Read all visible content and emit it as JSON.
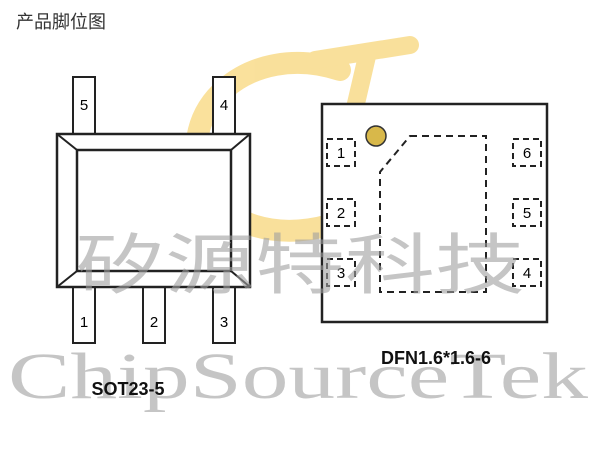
{
  "heading": "产品脚位图",
  "watermark": {
    "chinese": "矽源特科技",
    "english": "ChipSourceTek",
    "logo_letters": "CT",
    "logo_color": "#f5c84a",
    "text_color": "#a0a0a0"
  },
  "sot23": {
    "label": "SOT23-5",
    "pins": [
      "5",
      "4",
      "1",
      "2",
      "3"
    ]
  },
  "dfn": {
    "label": "DFN1.6*1.6-6",
    "pins": [
      "1",
      "2",
      "3",
      "6",
      "5",
      "4"
    ],
    "marker_color": "#d8b84a"
  }
}
